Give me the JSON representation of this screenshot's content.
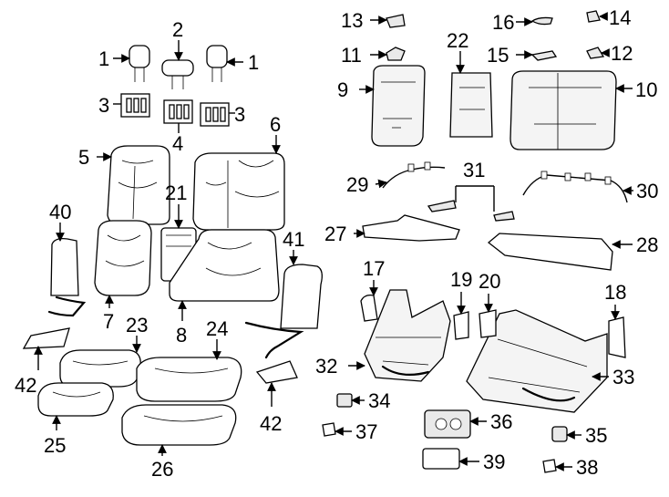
{
  "diagram": {
    "callouts": [
      {
        "id": "c1a",
        "label": "1"
      },
      {
        "id": "c1b",
        "label": "1"
      },
      {
        "id": "c2",
        "label": "2"
      },
      {
        "id": "c3a",
        "label": "3"
      },
      {
        "id": "c3b",
        "label": "3"
      },
      {
        "id": "c4",
        "label": "4"
      },
      {
        "id": "c5",
        "label": "5"
      },
      {
        "id": "c6",
        "label": "6"
      },
      {
        "id": "c7",
        "label": "7"
      },
      {
        "id": "c8",
        "label": "8"
      },
      {
        "id": "c9",
        "label": "9"
      },
      {
        "id": "c10",
        "label": "10"
      },
      {
        "id": "c11",
        "label": "11"
      },
      {
        "id": "c12",
        "label": "12"
      },
      {
        "id": "c13",
        "label": "13"
      },
      {
        "id": "c14",
        "label": "14"
      },
      {
        "id": "c15",
        "label": "15"
      },
      {
        "id": "c16",
        "label": "16"
      },
      {
        "id": "c17",
        "label": "17"
      },
      {
        "id": "c18",
        "label": "18"
      },
      {
        "id": "c19",
        "label": "19"
      },
      {
        "id": "c20",
        "label": "20"
      },
      {
        "id": "c21",
        "label": "21"
      },
      {
        "id": "c22",
        "label": "22"
      },
      {
        "id": "c23",
        "label": "23"
      },
      {
        "id": "c24",
        "label": "24"
      },
      {
        "id": "c25",
        "label": "25"
      },
      {
        "id": "c26",
        "label": "26"
      },
      {
        "id": "c27",
        "label": "27"
      },
      {
        "id": "c28",
        "label": "28"
      },
      {
        "id": "c29",
        "label": "29"
      },
      {
        "id": "c30",
        "label": "30"
      },
      {
        "id": "c31",
        "label": "31"
      },
      {
        "id": "c32",
        "label": "32"
      },
      {
        "id": "c33",
        "label": "33"
      },
      {
        "id": "c34",
        "label": "34"
      },
      {
        "id": "c35",
        "label": "35"
      },
      {
        "id": "c36",
        "label": "36"
      },
      {
        "id": "c37",
        "label": "37"
      },
      {
        "id": "c38",
        "label": "38"
      },
      {
        "id": "c39",
        "label": "39"
      },
      {
        "id": "c40",
        "label": "40"
      },
      {
        "id": "c41",
        "label": "41"
      },
      {
        "id": "c42a",
        "label": "42"
      },
      {
        "id": "c42b",
        "label": "42"
      }
    ]
  }
}
